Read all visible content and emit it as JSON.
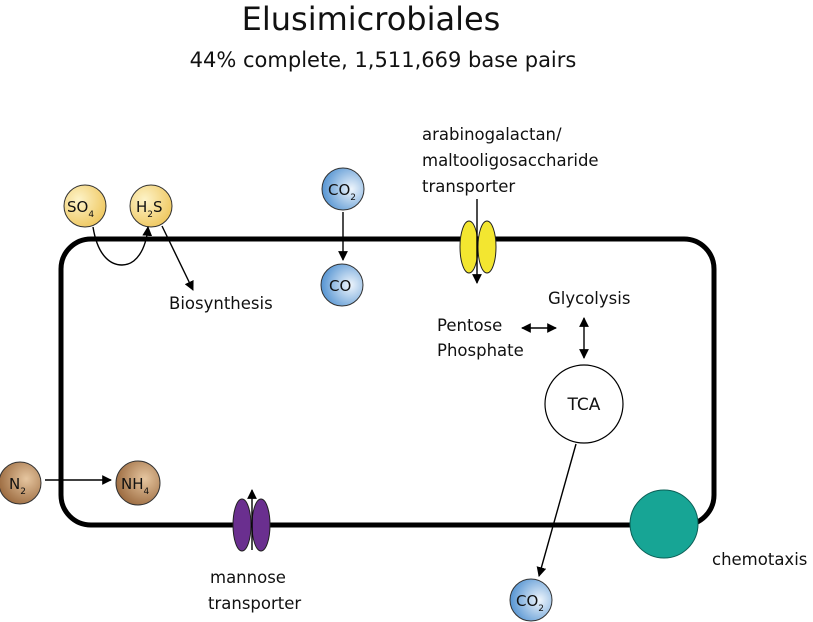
{
  "header": {
    "title": "Elusimicrobiales",
    "subtitle": "44% complete, 1,511,669 base pairs"
  },
  "molecules": {
    "so4": {
      "base": "SO",
      "sub": "4",
      "color": "#f0cf6a"
    },
    "h2s": {
      "base": "H",
      "sub": "2",
      "tail": "S",
      "color": "#f0cf6a"
    },
    "co2_in": {
      "base": "CO",
      "sub": "2",
      "color": "#4a8fd0"
    },
    "co": {
      "base": "CO",
      "color": "#4a8fd0"
    },
    "co2_out": {
      "base": "CO",
      "sub": "2",
      "color": "#4a8fd0"
    },
    "n2": {
      "base": "N",
      "sub": "2",
      "color": "#a0673a"
    },
    "nh4": {
      "base": "NH",
      "sub": "4",
      "color": "#a0673a"
    }
  },
  "labels": {
    "biosynthesis": "Biosynthesis",
    "glycolysis": "Glycolysis",
    "pentose_line1": "Pentose",
    "pentose_line2": "Phosphate",
    "tca": "TCA",
    "arabino_line1": "arabinogalactan/",
    "arabino_line2": "maltooligosaccharide",
    "arabino_line3": "transporter",
    "mannose_line1": "mannose",
    "mannose_line2": "transporter",
    "chemotaxis": "chemotaxis"
  },
  "colors": {
    "membrane": "#000000",
    "arabinogalactan_transporter": "#f3e630",
    "mannose_transporter": "#6a2f8f",
    "chemotaxis": "#17a595"
  }
}
